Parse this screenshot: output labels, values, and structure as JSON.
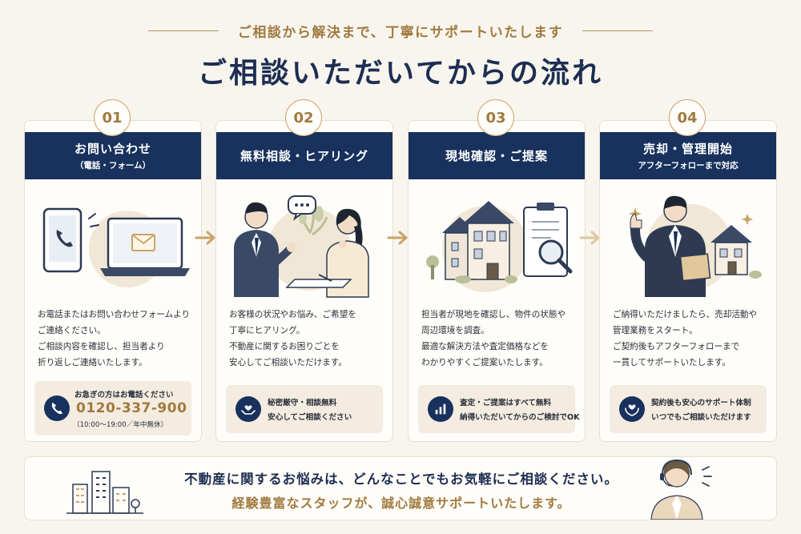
{
  "header": {
    "subtitle": "ご相談から解決まで、丁寧にサポートいたします",
    "title": "ご相談いただいてからの流れ"
  },
  "steps": [
    {
      "number": "01",
      "title": "お問い合わせ",
      "sub": "（電話・フォーム）",
      "desc": [
        "お電話またはお問い合わせフォームより",
        "ご連絡ください。",
        "ご相談内容を確認し、担当者より",
        "折り返しご連絡いたします。"
      ],
      "note": {
        "label": "お急ぎの方はお電話ください",
        "phone": "0120-337-900",
        "hours": "（10:00〜19:00／年中無休）"
      },
      "icon": "phone-icon"
    },
    {
      "number": "02",
      "title": "無料相談・ヒアリング",
      "sub": "",
      "desc": [
        "お客様の状況やお悩み、ご希望を",
        "丁寧にヒアリング。",
        "不動産に関するお困りごとを",
        "安心してご相談いただけます。"
      ],
      "note": [
        "秘密厳守・相談無料",
        "安心してご相談ください"
      ],
      "icon": "handshake-heart-icon"
    },
    {
      "number": "03",
      "title": "現地確認・ご提案",
      "sub": "",
      "desc": [
        "担当者が現地を確認し、物件の状態や",
        "周辺環境を調査。",
        "最適な解決方法や査定価格などを",
        "わかりやすくご提案いたします。"
      ],
      "note": [
        "査定・ご提案はすべて無料",
        "納得いただいてからのご検討でOK"
      ],
      "icon": "bar-chart-icon"
    },
    {
      "number": "04",
      "title": "売却・管理開始",
      "sub": "アフターフォローまで対応",
      "desc": [
        "ご納得いただけましたら、売却活動や",
        "管理業務をスタート。",
        "ご契約後もアフターフォローまで",
        "一貫してサポートいたします。"
      ],
      "note": [
        "契約後も安心のサポート体制",
        "いつでもご相談いただけます"
      ],
      "icon": "heart-hands-icon"
    }
  ],
  "bottom": {
    "line1": "不動産に関するお悩みは、どんなことでもお気軽にご相談ください。",
    "line2": "経験豊富なスタッフが、誠心誠意サポートいたします。"
  },
  "colors": {
    "navy": "#18315d",
    "gold": "#a07a3e",
    "background": "#f8f5ef",
    "note_bg": "#f4ece0"
  }
}
